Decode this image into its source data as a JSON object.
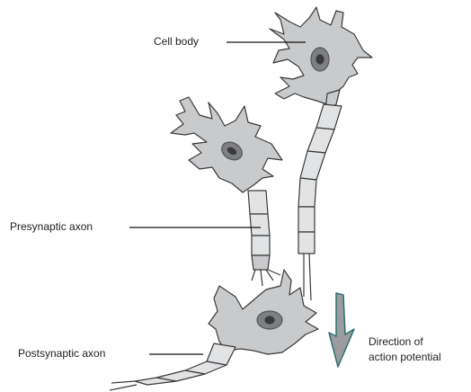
{
  "labels": {
    "cell_body": "Cell body",
    "presynaptic_axon": "Presynaptic axon",
    "postsynaptic_axon": "Postsynaptic axon",
    "direction_line1": "Direction of",
    "direction_line2": "action potential"
  },
  "colors": {
    "cell_fill": "#c9cacc",
    "cell_outline": "#3a3a3a",
    "nucleus": "#7d7f83",
    "myelin_fill": "#e2e3e5",
    "arrow_fill": "#9a9ca0",
    "arrow_edge": "#2f6f6f",
    "leader_line": "#111111"
  }
}
